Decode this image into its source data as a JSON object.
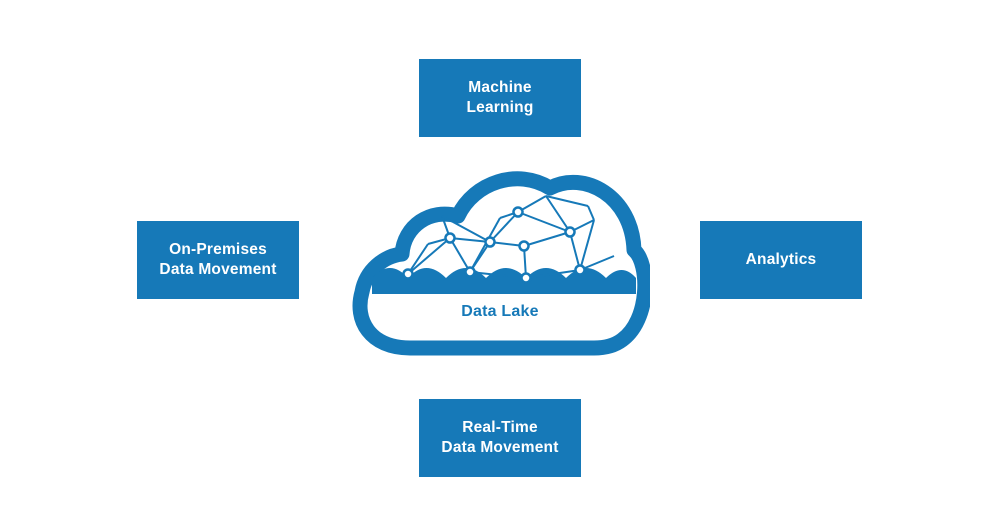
{
  "colors": {
    "box_fill": "#1679b8",
    "box_text": "#ffffff",
    "cloud_stroke": "#1679b8",
    "background": "#ffffff"
  },
  "boxes": {
    "machine_learning": "Machine\nLearning",
    "on_premises": "On-Premises\nData Movement",
    "analytics": "Analytics",
    "real_time": "Real-Time\nData Movement"
  },
  "cloud": {
    "label": "Data Lake",
    "icon": "cloud-network-icon"
  }
}
